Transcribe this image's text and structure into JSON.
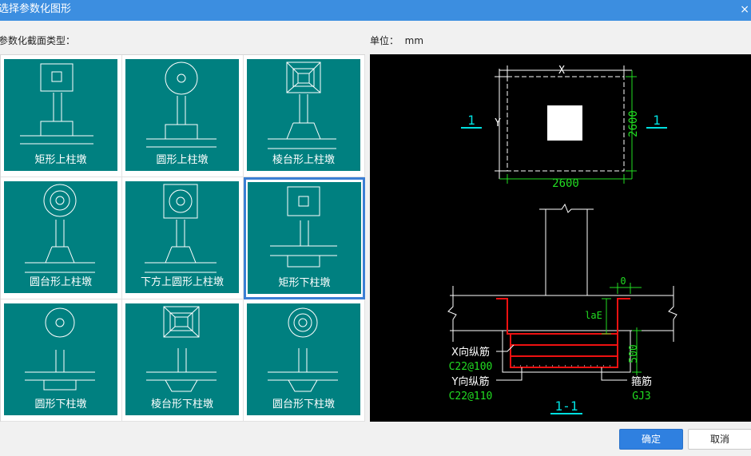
{
  "window": {
    "title": "选择参数化图形",
    "close_glyph": "×"
  },
  "section_label": "参数化截面类型：",
  "unit": {
    "label": "单位：",
    "value": "mm"
  },
  "shapes": [
    {
      "label": "矩形上柱墩",
      "selected": false
    },
    {
      "label": "圆形上柱墩",
      "selected": false
    },
    {
      "label": "棱台形上柱墩",
      "selected": false
    },
    {
      "label": "圆台形上柱墩",
      "selected": false
    },
    {
      "label": "下方上圆形上柱墩",
      "selected": false
    },
    {
      "label": "矩形下柱墩",
      "selected": true
    },
    {
      "label": "圆形下柱墩",
      "selected": false
    },
    {
      "label": "棱台形下柱墩",
      "selected": false
    },
    {
      "label": "圆台形下柱墩",
      "selected": false
    }
  ],
  "preview": {
    "x_label": "X",
    "y_label": "Y",
    "width_dim": "2600",
    "height_dim": "2600",
    "section_mark_left": "1",
    "section_mark_right": "1",
    "offset_dim": "0",
    "anchor_label": "laE",
    "depth_dim": "500",
    "x_rebar_label": "X向纵筋",
    "x_rebar_value": "C22@100",
    "y_rebar_label": "Y向纵筋",
    "y_rebar_value": "C22@110",
    "stirrup_label": "箍筋",
    "stirrup_value": "GJ3",
    "section_title": "1-1"
  },
  "buttons": {
    "ok": "确定",
    "cancel": "取消"
  },
  "colors": {
    "title_bar": "#3c8ee0",
    "tile": "#008080",
    "selected_border": "#3b7fd4",
    "cad_green": "#22dd22",
    "cad_cyan": "#00e0e0",
    "cad_red": "#ee1111"
  }
}
